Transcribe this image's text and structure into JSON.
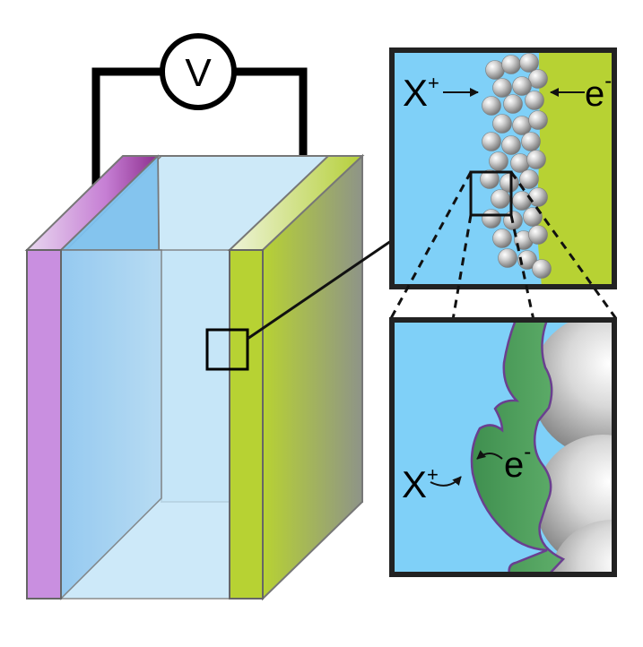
{
  "voltmeter": {
    "label": "V"
  },
  "inset_top": {
    "ion": {
      "letter": "X",
      "charge": "+"
    },
    "electron": {
      "letter": "e",
      "charge": "-"
    }
  },
  "inset_bottom": {
    "ion": {
      "letter": "X",
      "charge": "+"
    },
    "electron": {
      "letter": "e",
      "charge": "-"
    }
  },
  "colors": {
    "electrolyte": "#7fd0f8",
    "electrolyte_light": "#c4e8fa",
    "left_electrode": "#c98fe0",
    "left_electrode_dark": "#9b3d9e",
    "right_electrode": "#b7d233",
    "right_electrode_light": "#dcebb6",
    "interphase": "#4f9e5a",
    "interphase_edge": "#6a3f8f",
    "particle": "#a8a8a8",
    "frame": "#222222"
  }
}
